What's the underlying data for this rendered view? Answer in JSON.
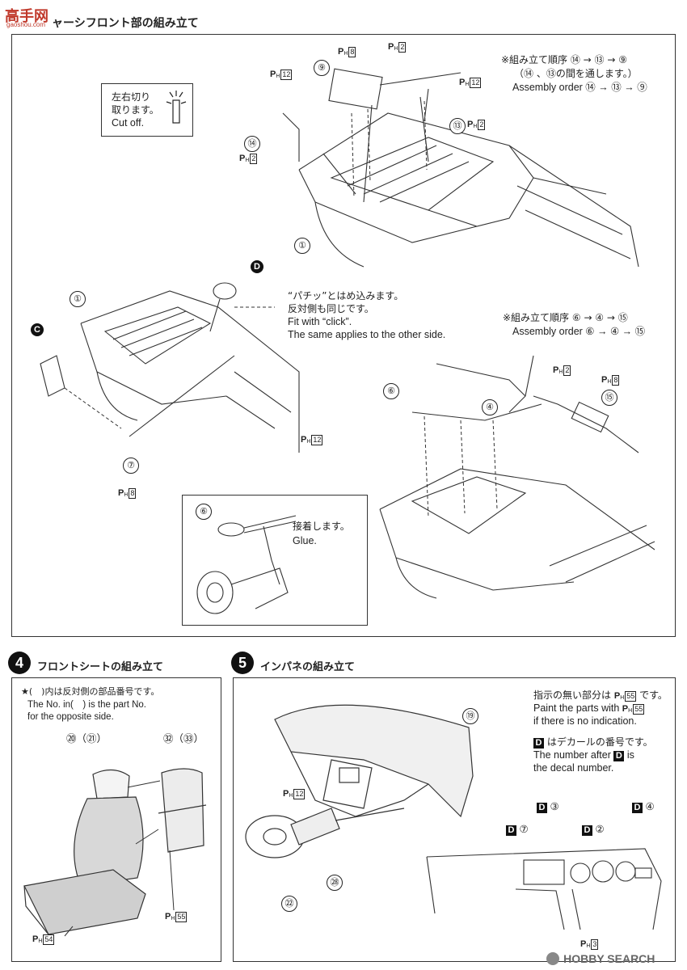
{
  "header": {
    "logo_text": "高手网",
    "logo_sub": "gaoshou.com",
    "section_title": "ャーシフロント部の組み立て"
  },
  "panel_top": {
    "order1": {
      "jp_line1": "※組み立て順序 ⑭ → ⑬ → ⑨",
      "jp_line2": "（⑭ 、⑬の間を通します。）",
      "en": "Assembly order ⑭ → ⑬ → ⑨"
    },
    "cutoff_callout": {
      "jp1": "左右切り",
      "jp2": "取ります。",
      "en": "Cut off."
    },
    "click_note": {
      "jp1": "“パチッ”とはめ込みます。",
      "jp2": "反対側も同じです。",
      "en1": "Fit with “click”.",
      "en2": "The same applies to the other side."
    },
    "order2": {
      "jp": "※組み立て順序 ⑥ → ④ → ⑮",
      "en": "Assembly order ⑥ → ④ → ⑮"
    },
    "glue_callout": {
      "jp": "接着します。",
      "en": "Glue."
    },
    "part_labels": [
      "⑨",
      "⑭",
      "⑬",
      "①",
      "①",
      "⑦",
      "⑥",
      "④",
      "⑮",
      "⑥"
    ],
    "decal_labels": [
      "D",
      "C"
    ],
    "paint_labels": [
      "8",
      "2",
      "12",
      "12",
      "2",
      "2",
      "8",
      "12",
      "2",
      "8"
    ]
  },
  "step4": {
    "number": "4",
    "title": "フロントシートの組み立て",
    "note_jp": "★(　)内は反対側の部品番号です。",
    "note_en1": "The No. in(　) is the part No.",
    "note_en2": "for the opposite side.",
    "label_a": "⑳（㉑）",
    "label_b": "㉜（㉝）",
    "paint_a": "54",
    "paint_b": "55"
  },
  "step5": {
    "number": "5",
    "title": "インパネの組み立て",
    "paint_note_jp": "指示の無い部分は",
    "paint_note_jp_end": "です。",
    "paint_note_en1": "Paint the parts with",
    "paint_note_en2": "if there is no indication.",
    "paint_code": "55",
    "decal_note_jp": "はデカールの番号です。",
    "decal_note_en1": "The number after",
    "decal_note_en2": "is",
    "decal_note_en3": "the decal number.",
    "decal_letter": "D",
    "part_19": "⑲",
    "part_22": "㉒",
    "part_28": "㉘",
    "paint_12": "12",
    "paint_3": "3",
    "decals": [
      "⑦",
      "③",
      "②",
      "④"
    ]
  },
  "watermark": {
    "text": "HOBBY SEARCH",
    "icon": "hobby-search-logo-icon"
  },
  "ph_letter": "P",
  "ph_sub": "H"
}
